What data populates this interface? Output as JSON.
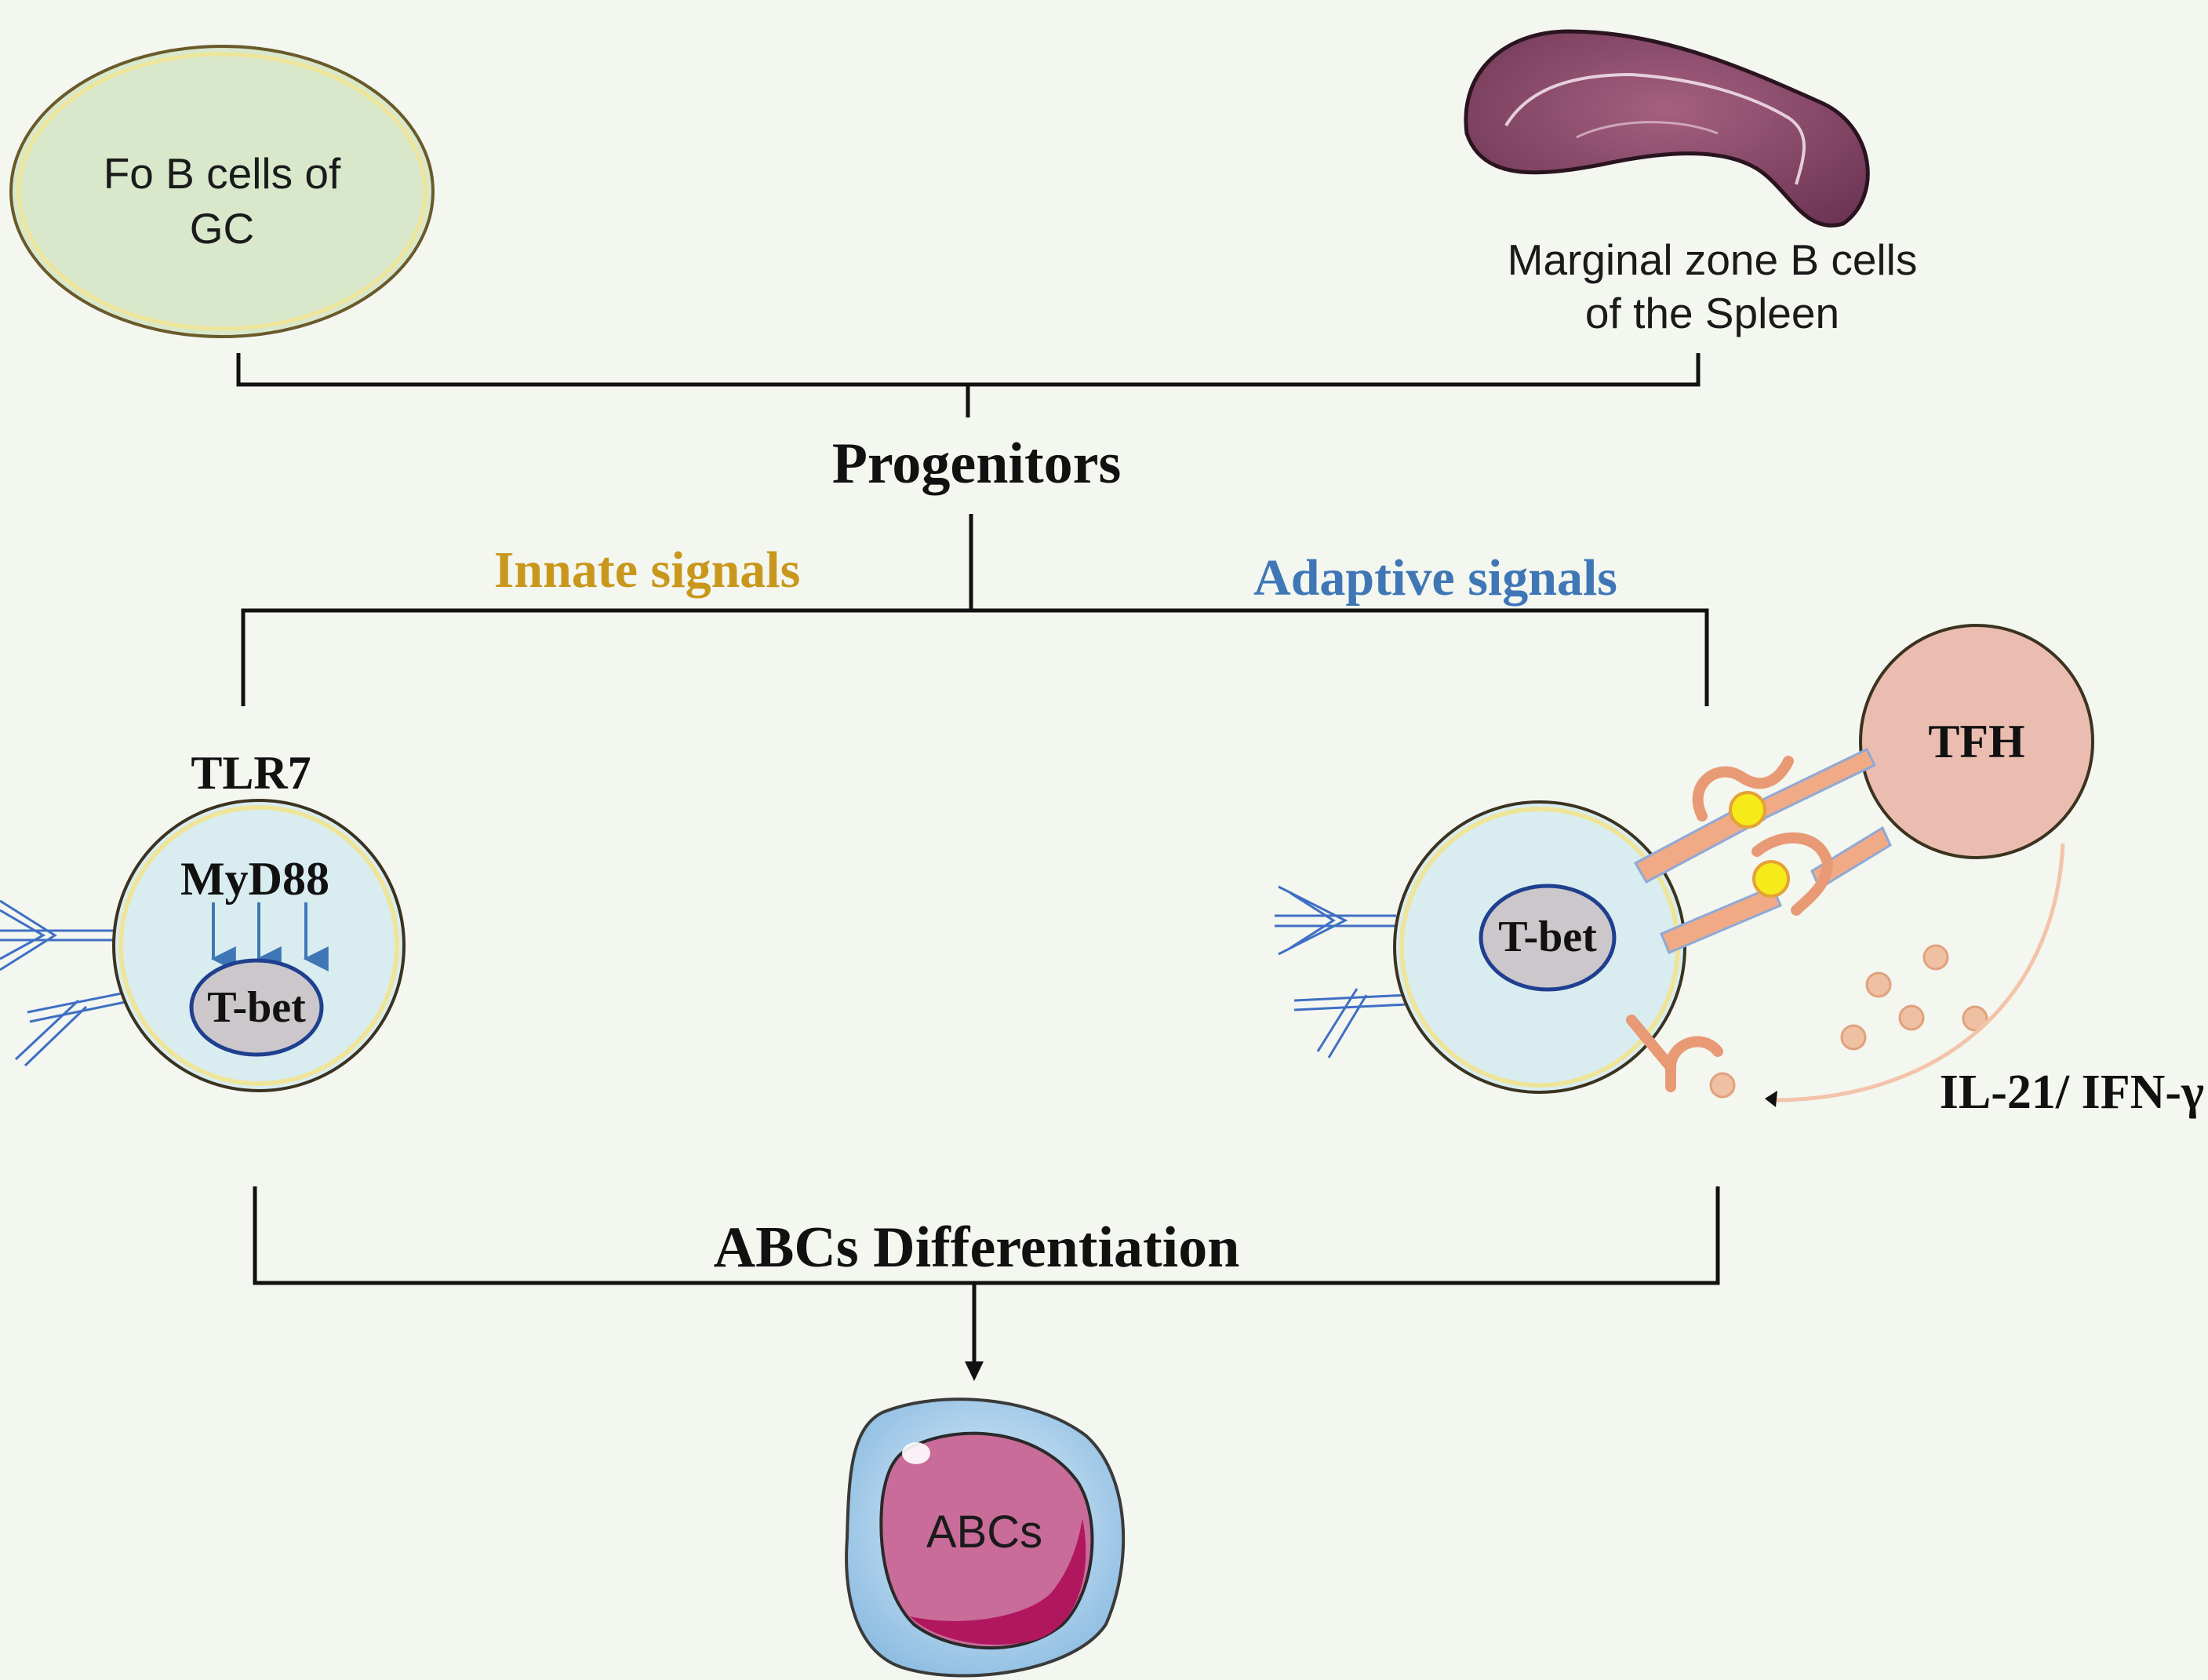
{
  "labels": {
    "fo_b_cells_line1": "Fo B cells of",
    "fo_b_cells_line2": "GC",
    "marginal_line1": "Marginal zone B cells",
    "marginal_line2": "of the Spleen",
    "progenitors": "Progenitors",
    "innate_signals": "Innate signals",
    "adaptive_signals": "Adaptive signals",
    "tlr7": "TLR7",
    "myd88": "MyD88",
    "tbet_left": "T-bet",
    "tbet_right": "T-bet",
    "tfh": "TFH",
    "il21_ifng": "IL-21/ IFN-γ",
    "abcs_differentiation": "ABCs Differentiation",
    "abcs": "ABCs"
  },
  "colors": {
    "background": "#f3f7f0",
    "innate": "#c9971c",
    "adaptive": "#3f77b6",
    "fo_cell_fill": "#d9e8cb",
    "b_cell_fill": "#d9edf1",
    "nucleus_fill": "#cbc7cb",
    "nucleus_stroke": "#1f3f8f",
    "tfh_fill": "#ebbdb0",
    "receptor": "#f0aa86",
    "spleen": "#8a4a6c",
    "abc_fill": "#c96c99",
    "abc_outer": "#a8cdea"
  }
}
